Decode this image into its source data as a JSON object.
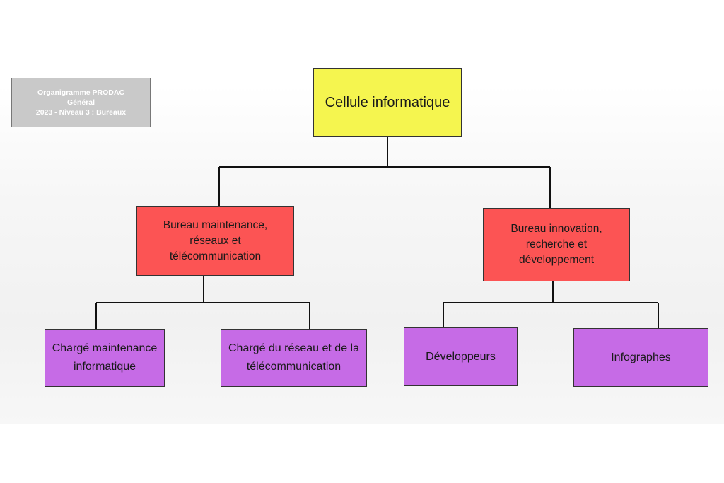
{
  "legend": {
    "line1": "Organigramme PRODAC",
    "line2": "Général",
    "line3": "2023 - Niveau 3 : Bureaux"
  },
  "root": {
    "label": "Cellule informatique"
  },
  "offices": [
    {
      "label": "Bureau maintenance, réseaux et télécommunication",
      "children": [
        {
          "label": "Chargé maintenance informatique"
        },
        {
          "label": "Chargé du réseau et de la télécommunication"
        }
      ]
    },
    {
      "label": "Bureau innovation, recherche et développement",
      "children": [
        {
          "label": "Développeurs"
        },
        {
          "label": "Infographes"
        }
      ]
    }
  ],
  "colors": {
    "root": "#f5f54f",
    "office": "#fc5454",
    "role": "#c66be6",
    "legend": "#c9c9c9",
    "connector": "#111111"
  }
}
